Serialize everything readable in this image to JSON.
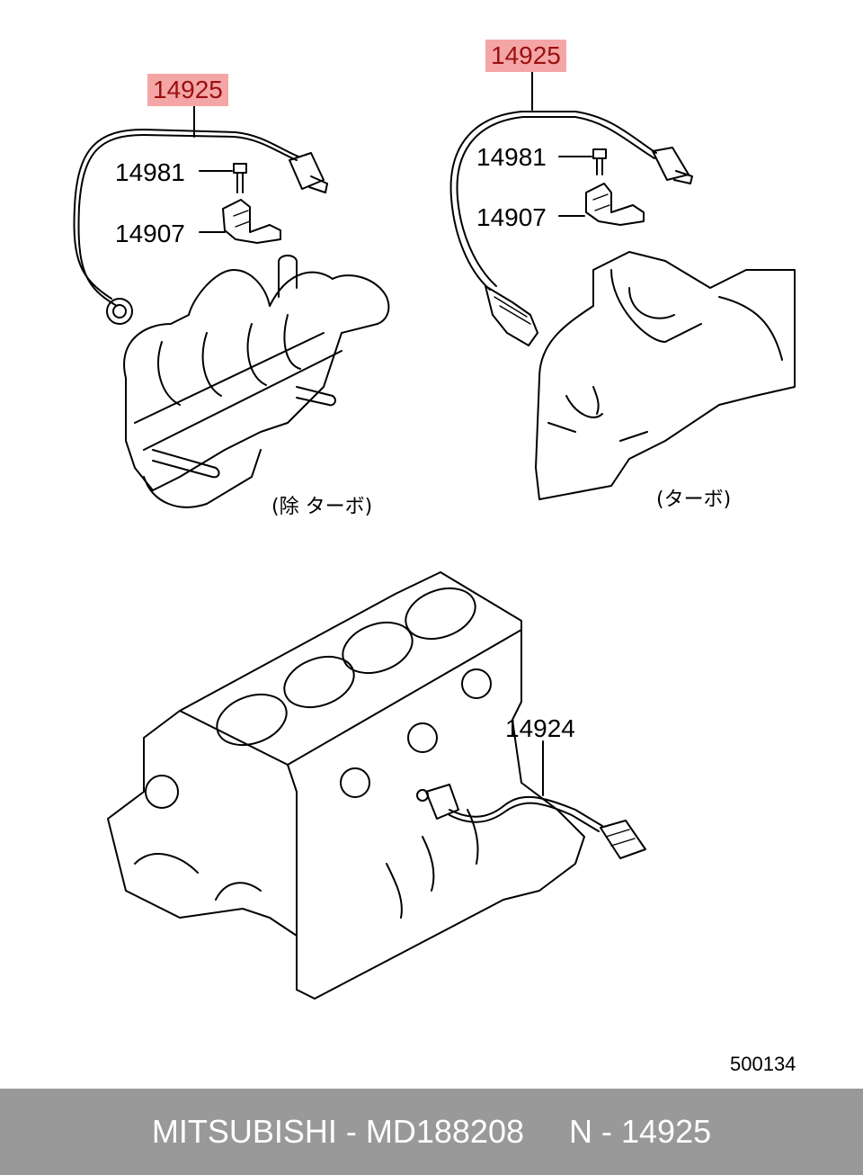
{
  "labels": {
    "left_sensor": "14925",
    "left_bolt": "14981",
    "left_bracket": "14907",
    "right_sensor": "14925",
    "right_bolt": "14981",
    "right_bracket": "14907",
    "knock_sensor": "14924"
  },
  "notes": {
    "non_turbo": "(除  ターボ)",
    "turbo": "(ターボ)"
  },
  "diagram_code": "500134",
  "footer": {
    "brand": "MITSUBISHI",
    "separator": " - ",
    "part_number": "MD188208",
    "spacer": "     ",
    "ref": "N - 14925"
  },
  "colors": {
    "highlight_bg": "#f4a6a6",
    "highlight_text": "#9a1010",
    "footer_bg": "#999999",
    "footer_text": "#ffffff"
  }
}
